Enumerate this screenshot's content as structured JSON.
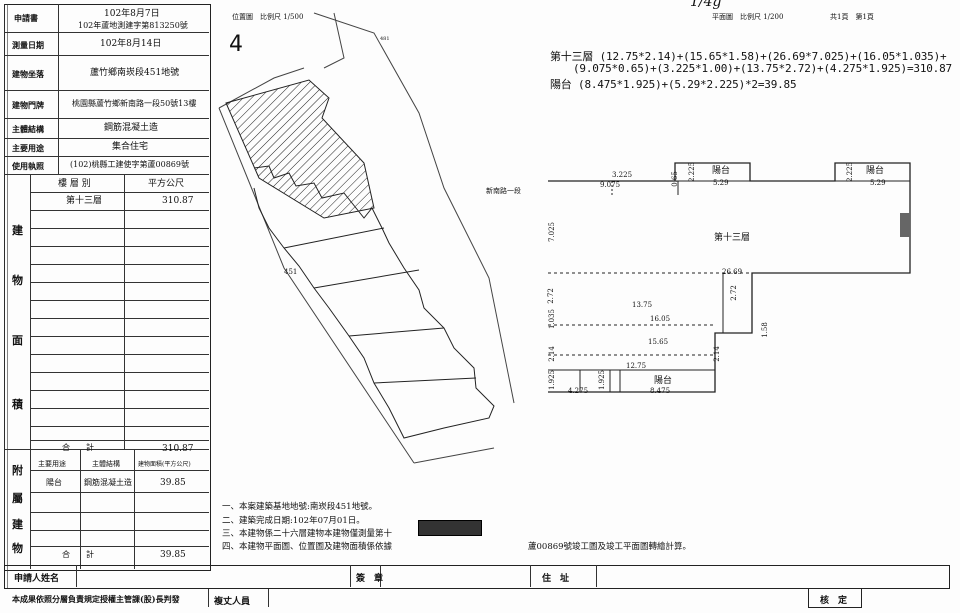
{
  "left_table": {
    "fields": [
      {
        "label": "申請書",
        "value": "102年8月7日",
        "value2": "102年蘆地測建字第813250號"
      },
      {
        "label": "測量日期",
        "value": "102年8月14日"
      },
      {
        "label": "建物坐落",
        "value": "蘆竹鄉南崁段451地號"
      },
      {
        "label": "建物門牌",
        "value": "桃園縣蘆竹鄉新南路一段50號13樓"
      },
      {
        "label": "主體結構",
        "value": "鋼筋混凝土造"
      },
      {
        "label": "主要用途",
        "value": "集合住宅"
      },
      {
        "label": "使用執照",
        "value": "(102)桃縣工建使字第蘆00869號"
      }
    ],
    "area_header": {
      "floor": "樓 層 別",
      "unit": "平方公尺"
    },
    "floor_rows": [
      {
        "floor": "第十三層",
        "area": "310.87"
      }
    ],
    "side_label": [
      "建",
      "物",
      "面",
      "積"
    ],
    "total_label": "合　　計",
    "total_value": "310.87",
    "annex_side_label": [
      "附",
      "屬",
      "建",
      "物"
    ],
    "annex_header": {
      "use": "主要用途",
      "structure": "主體結構",
      "area": "建物面積(平方公尺)"
    },
    "annex_rows": [
      {
        "use": "陽台",
        "structure": "鋼筋混凝土造",
        "area": "39.85"
      }
    ],
    "annex_total_label": "合　　計",
    "annex_total_value": "39.85"
  },
  "site_plan": {
    "title": "位置圖　比例尺 1/500",
    "parcel_number": "451",
    "road_label": "新南路一段",
    "north_mark": "4",
    "top_label": "481"
  },
  "floor_plan": {
    "title": "平面圖　比例尺 1/200",
    "page": "共1頁　第1頁",
    "formula_line1": "第十三層 (12.75*2.14)+(15.65*1.58)+(26.69*7.025)+(16.05*1.035)+",
    "formula_line2": "(9.075*0.65)+(3.225*1.00)+(13.75*2.72)+(4.275*1.925)=310.87",
    "formula_line3": "陽台 (8.475*1.925)+(5.29*2.225)*2=39.85",
    "room_label": "第十三層",
    "balcony_label": "陽台",
    "dims": {
      "d3225": "3.225",
      "d9075": "9.075",
      "d065": "0.65",
      "d2225": "2.225",
      "d529": "5.29",
      "d7025": "7.025",
      "d2669": "26.69",
      "d272": "2.72",
      "d1375": "13.75",
      "d1605": "16.05",
      "d1035": "1.035",
      "d1565": "15.65",
      "d158": "1.58",
      "d214": "2.14",
      "d1275": "12.75",
      "d1925": "1.925",
      "d4275": "4.275",
      "d8475": "8.475"
    }
  },
  "notes": [
    "一、本案建築基地地號:南崁段451地號。",
    "二、建築完成日期:102年07月01日。",
    "三、本建物係二十六層建物本建物僅測量第十",
    "四、本建物平面圖、位置圖及建物面積係依據"
  ],
  "note_tail": "蘆00869號竣工圖及竣工平面圖轉繪計算。",
  "bottom_bar": {
    "applicant": "申請人姓名",
    "seal": "簽　章",
    "address": "住　址",
    "disclaimer": "本成果依照分層負責規定授權主管課(股)長判發",
    "drafter": "複丈人員",
    "checker": "核　定"
  },
  "top_right_scrawl": "1/4g"
}
